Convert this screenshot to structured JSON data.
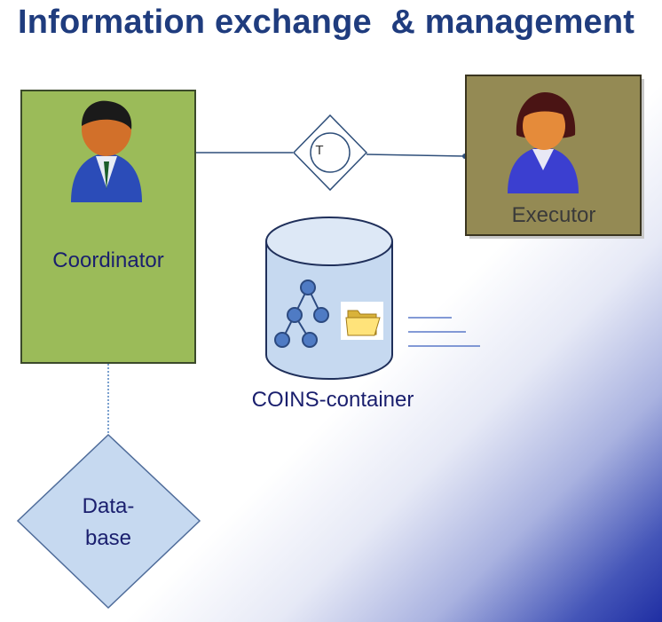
{
  "title": "Information exchange  & management",
  "coordinator": {
    "label": "Coordinator",
    "icon": "man-user-icon",
    "fill": "#9bbb59"
  },
  "executor": {
    "label": "Executor",
    "icon": "woman-user-icon",
    "fill": "#948a54"
  },
  "transaction": {
    "label": "T"
  },
  "container": {
    "label": "COINS-container",
    "icons": [
      "tree-hierarchy-icon",
      "folder-icon"
    ]
  },
  "database": {
    "line1": "Data-",
    "line2": "base"
  },
  "colors": {
    "title": "#1f3c7e",
    "text": "#1a1f6e",
    "shape_fill": "#c6d9f0",
    "shape_stroke": "#4f6c9a"
  }
}
